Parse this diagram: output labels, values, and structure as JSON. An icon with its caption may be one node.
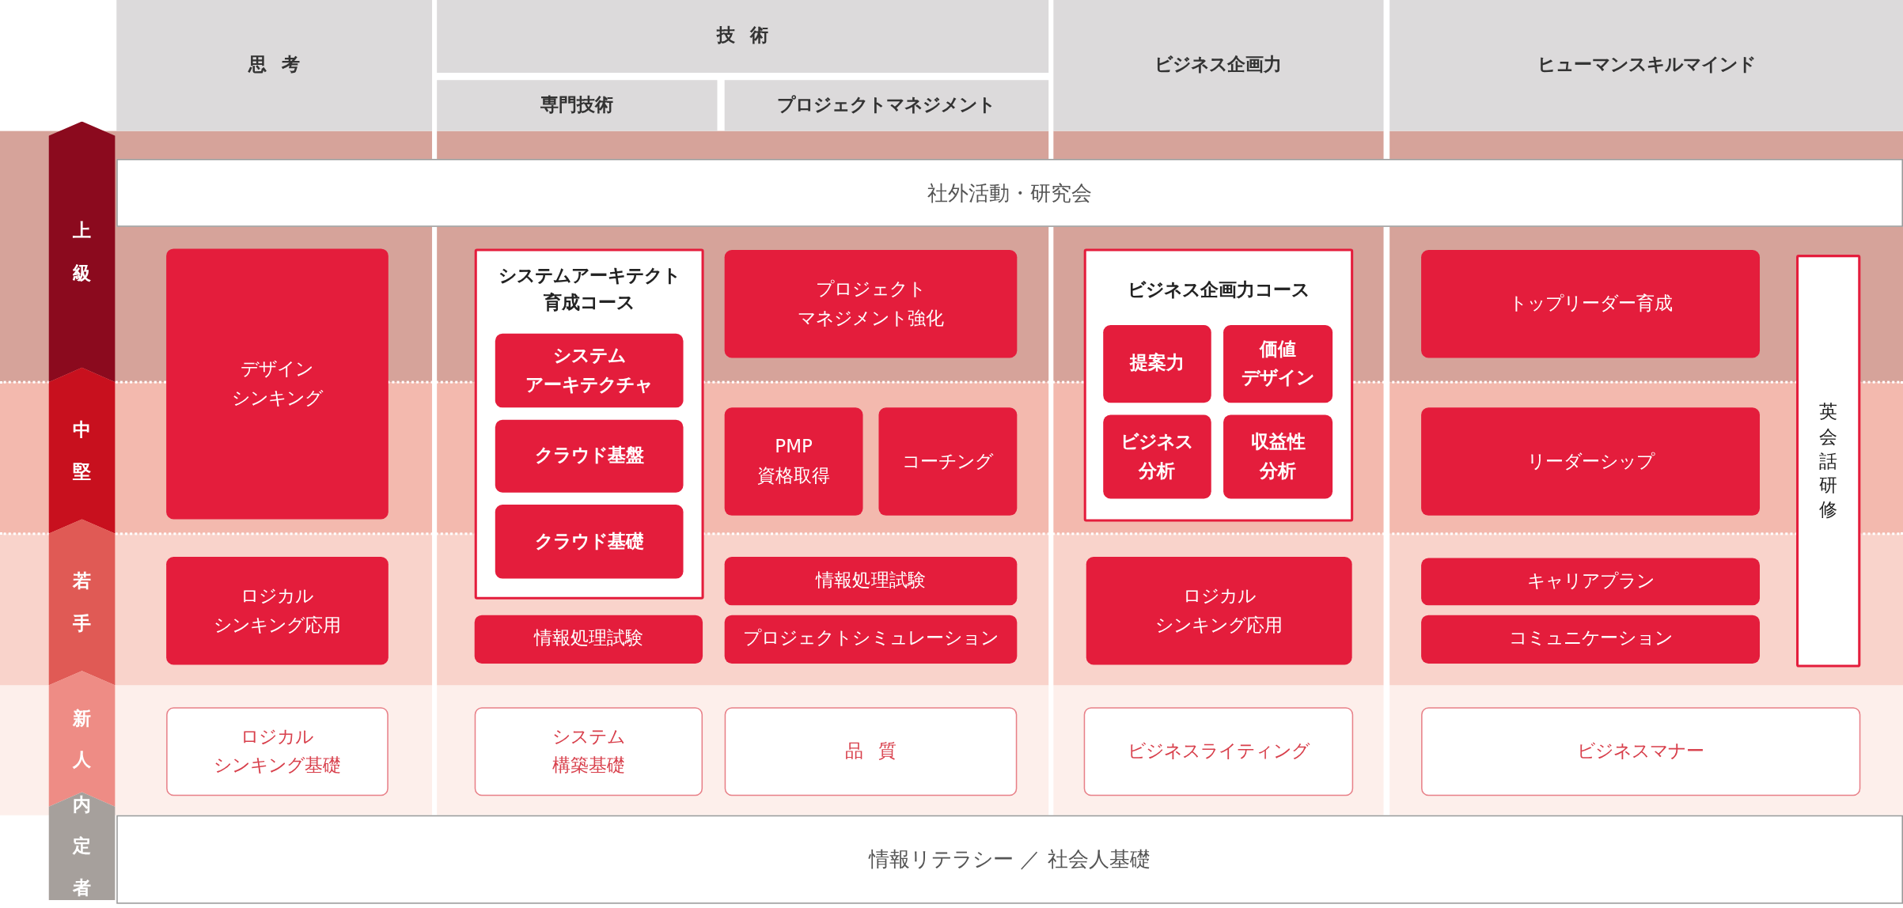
{
  "diagram": {
    "nodes": [
      {
        "text": [
          "思考"
        ]
      },
      {
        "text": [
          "技術"
        ]
      },
      {
        "text": [
          "専門技術"
        ]
      },
      {
        "text": [
          "プロジェクトマネジメント"
        ]
      },
      {
        "text": [
          "ビジネス企画力"
        ]
      },
      {
        "text": [
          "ヒューマンスキルマインド"
        ]
      },
      {
        "text": [
          "上級"
        ]
      },
      {
        "text": [
          "中堅"
        ]
      },
      {
        "text": [
          "若手"
        ]
      },
      {
        "text": [
          "新人"
        ]
      },
      {
        "text": [
          "内定者"
        ]
      },
      {
        "text": [
          "社外活動・研究会"
        ]
      },
      {
        "text": [
          "デザインシンキング"
        ]
      },
      {
        "text": [
          "システムアーキテクト育成コース"
        ]
      },
      {
        "text": [
          "システムアーキテクチャ"
        ],
        "in": 13
      },
      {
        "text": [
          "クラウド基盤"
        ],
        "in": 13
      },
      {
        "text": [
          "クラウド基礎"
        ],
        "in": 13
      },
      {
        "text": [
          "プロジェクトマネジメント強化"
        ]
      },
      {
        "text": [
          "PMP資格取得"
        ]
      },
      {
        "text": [
          "コーチング"
        ]
      },
      {
        "text": [
          "ビジネス企画力コース"
        ]
      },
      {
        "text": [
          "提案力"
        ],
        "in": 20
      },
      {
        "text": [
          "価値デザイン"
        ],
        "in": 20
      },
      {
        "text": [
          "ビジネス分析"
        ],
        "in": 20
      },
      {
        "text": [
          "収益性分析"
        ],
        "in": 20
      },
      {
        "text": [
          "トップリーダー育成"
        ]
      },
      {
        "text": [
          "英会話研修"
        ]
      },
      {
        "text": [
          "リーダーシップ"
        ]
      },
      {
        "text": [
          "ロジカルシンキング応用"
        ]
      },
      {
        "text": [
          "情報処理試験"
        ]
      },
      {
        "text": [
          "情報処理試験"
        ]
      },
      {
        "text": [
          "プロジェクトシミュレーション"
        ]
      },
      {
        "text": [
          "ロジカルシンキング応用"
        ]
      },
      {
        "text": [
          "キャリアプラン"
        ]
      },
      {
        "text": [
          "コミュニケーション"
        ]
      },
      {
        "text": [
          "ロジカルシンキング基礎"
        ]
      },
      {
        "text": [
          "システム構築基礎"
        ]
      },
      {
        "text": [
          "品質"
        ]
      },
      {
        "text": [
          "ビジネスライティング"
        ]
      },
      {
        "text": [
          "ビジネスマナー"
        ]
      },
      {
        "text": [
          "情報リテラシー ／ 社会人基礎"
        ]
      }
    ]
  }
}
